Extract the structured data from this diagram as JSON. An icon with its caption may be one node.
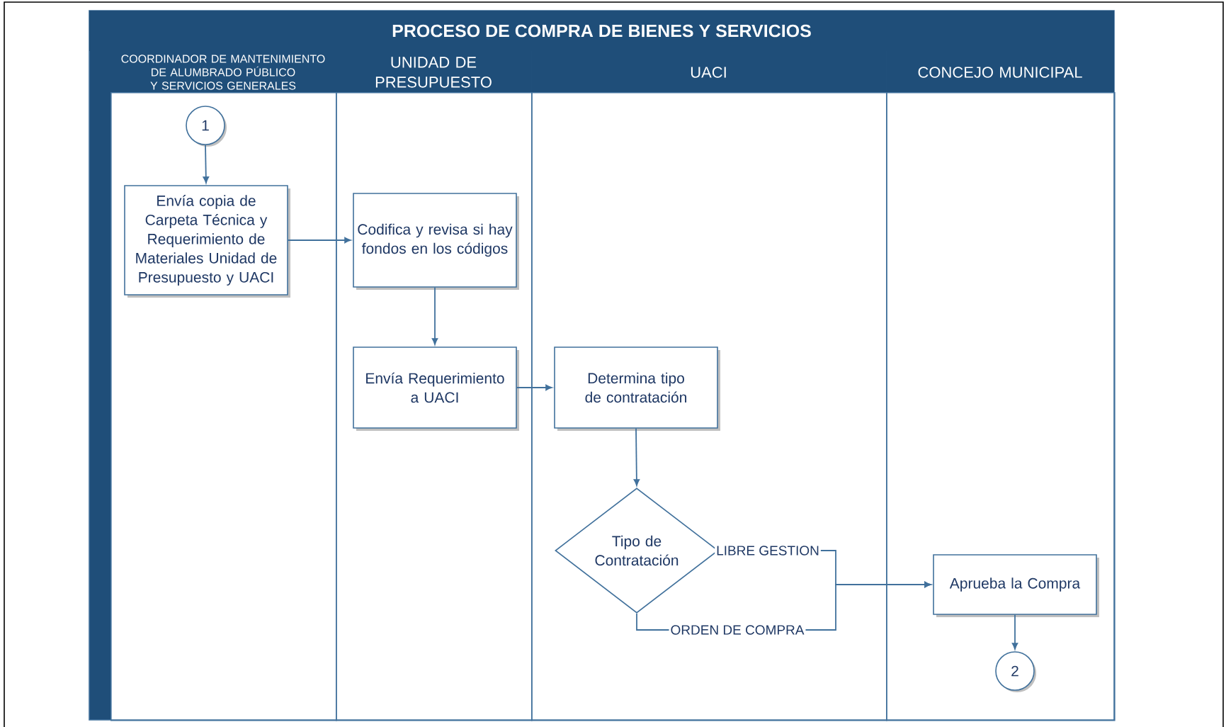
{
  "diagram": {
    "title": "PROCESO DE COMPRA DE BIENES Y SERVICIOS",
    "nodes": [
      {
        "text": [
          "COORDINADOR DE MANTENIMIENTO DE ALUMBRADO PÚBLICO Y SERVICIOS GENERALES"
        ]
      },
      {
        "text": [
          "UNIDAD DE PRESUPUESTO"
        ]
      },
      {
        "text": [
          "UACI"
        ]
      },
      {
        "text": [
          "CONCEJO MUNICIPAL"
        ]
      },
      {
        "text": [
          "1"
        ],
        "in": 0
      },
      {
        "text": [
          "Envía copia de Carpeta Técnica y Requerimiento de Materiales Unidad de Presupuesto y UACI"
        ],
        "in": 0
      },
      {
        "text": [
          "Codifica y revisa si hay fondos en los códigos"
        ],
        "in": 1
      },
      {
        "text": [
          "Envía Requerimiento a UACI"
        ],
        "in": 1
      },
      {
        "text": [
          "Determina tipo de contratación"
        ],
        "in": 2
      },
      {
        "text": [
          "Tipo de Contratación"
        ],
        "in": 2
      },
      {
        "text": [
          "Aprueba la Compra"
        ],
        "in": 3
      },
      {
        "text": [
          "2"
        ],
        "in": 3
      }
    ],
    "edges": [
      {
        "from": 4,
        "to": 5,
        "arrow": "to"
      },
      {
        "from": 5,
        "to": 6,
        "arrow": "to"
      },
      {
        "from": 6,
        "to": 7,
        "arrow": "to"
      },
      {
        "from": 7,
        "to": 8,
        "arrow": "to"
      },
      {
        "from": 8,
        "to": 9,
        "arrow": "to"
      },
      {
        "from": 9,
        "to": 10,
        "arrow": "to",
        "label": "LIBRE GESTION"
      },
      {
        "from": 9,
        "to": 10,
        "arrow": "to",
        "label": "ORDEN DE COMPRA"
      },
      {
        "from": 10,
        "to": 11,
        "arrow": "to"
      }
    ]
  }
}
